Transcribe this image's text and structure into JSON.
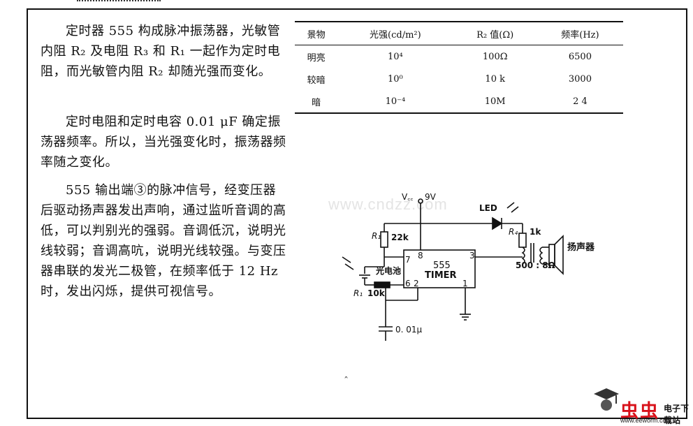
{
  "text": {
    "p1": "定时器 555 构成脉冲振荡器，光敏管内阻 R₂ 及电阻 R₃ 和 R₁ 一起作为定时电阻，而光敏管内阻 R₂ 却随光强而变化。",
    "p2": "定时电阻和定时电容 0.01 μF 确定振荡器频率。所以，当光强变化时，振荡器频率随之变化。",
    "p3": "555 输出端③的脉冲信号，经变压器后驱动扬声器发出声响，通过监听音调的高低，可以判别光的强弱。音调低沉，说明光线较弱；音调高吭，说明光线较强。与变压器串联的发光二极管，在频率低于 12 Hz 时，发出闪烁，提供可视信号。"
  },
  "table": {
    "headers": [
      "景物",
      "光强(cd/m²)",
      "R₂ 值(Ω)",
      "频率(Hz)"
    ],
    "rows": [
      [
        "明亮",
        "10⁴",
        "100Ω",
        "6500"
      ],
      [
        "较暗",
        "10⁰",
        "10 k",
        "3000"
      ],
      [
        "暗",
        "10⁻⁴",
        "10M",
        "2  4"
      ]
    ]
  },
  "circuit": {
    "vcc": "V꜀꜀",
    "supply": "9V",
    "led": "LED",
    "r1_label": "R₁",
    "r1_value": "22k",
    "r4_label": "R₄",
    "r4_value": "1k",
    "speaker": "扬声器",
    "transformer": "500 : 8Ω",
    "photocell": "光电池",
    "rb_label": "R₁",
    "rb_value": "10k",
    "chip": "555",
    "chip2": "TIMER",
    "pin7": "7",
    "pin8": "8",
    "pin3": "3",
    "pin6": "6",
    "pin2": "2",
    "pin1": "1",
    "cap": "0. 01μ"
  },
  "watermark": "www.cndzz.com",
  "logo": {
    "brand": "虫虫",
    "sub": "电子下载站",
    "url": "www.eeworm.com"
  }
}
